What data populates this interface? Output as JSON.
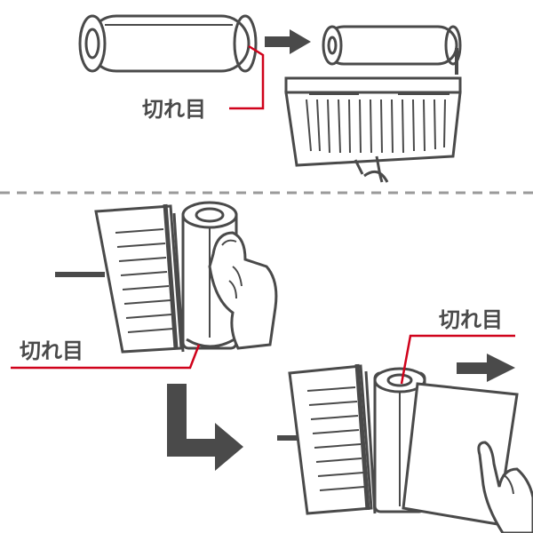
{
  "labels": {
    "step1_cut_mark": "切れ目",
    "step2_cut_mark": "切れ目",
    "step3_cut_mark": "切れ目"
  },
  "colors": {
    "ink": "#4a4a4a",
    "leader_line": "#d0021b",
    "arrow": "#4a4a4a",
    "divider": "#9a9a9a",
    "background": "#ffffff"
  },
  "icons": {
    "step1_roll": "film-roll-icon",
    "step1_arrow": "right-arrow-icon",
    "step1_holder": "roll-holder-icon",
    "step2_hand": "hand-icon",
    "step2_roll": "film-roll-icon",
    "step2_arrow": "down-right-arrow-icon",
    "step3_hand": "hand-icon",
    "step3_arrow": "right-arrow-icon"
  }
}
